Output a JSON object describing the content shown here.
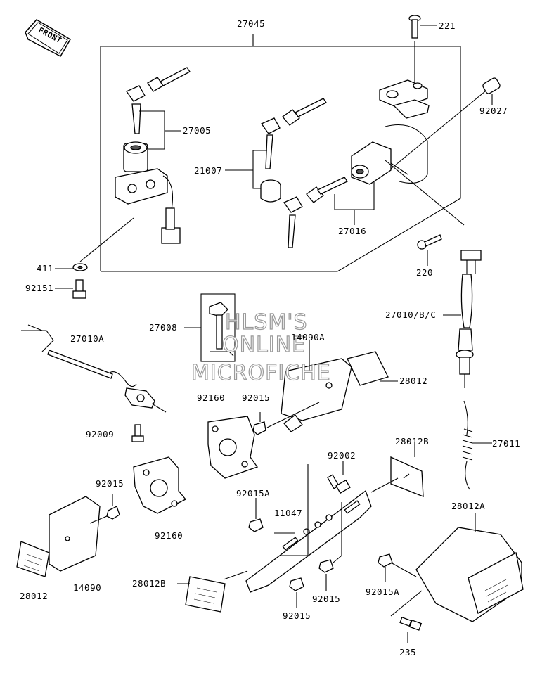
{
  "front_badge": "FRONT",
  "watermark": [
    "HLSM'S",
    "ONLINE",
    "MICROFICHE"
  ],
  "labels": {
    "p27045": "27045",
    "p221": "221",
    "p92027": "92027",
    "p27005": "27005",
    "p21007": "21007",
    "p27016": "27016",
    "p411": "411",
    "p220": "220",
    "p92151": "92151",
    "p27008": "27008",
    "p14090A": "14090A",
    "p27010BC": "27010/B/C",
    "p27010A": "27010A",
    "p28012_top": "28012",
    "p92160_top": "92160",
    "p92015_mid": "92015",
    "p92009": "92009",
    "p27011": "27011",
    "p28012B_right": "28012B",
    "p92002": "92002",
    "p92015_left": "92015",
    "p92015A_mid": "92015A",
    "p11047": "11047",
    "p28012A": "28012A",
    "p92160_low": "92160",
    "p28012_low": "28012",
    "p14090": "14090",
    "p28012B_low": "28012B",
    "p92015A_right": "92015A",
    "p92015_bl": "92015",
    "p92015_br": "92015",
    "p235": "235"
  }
}
